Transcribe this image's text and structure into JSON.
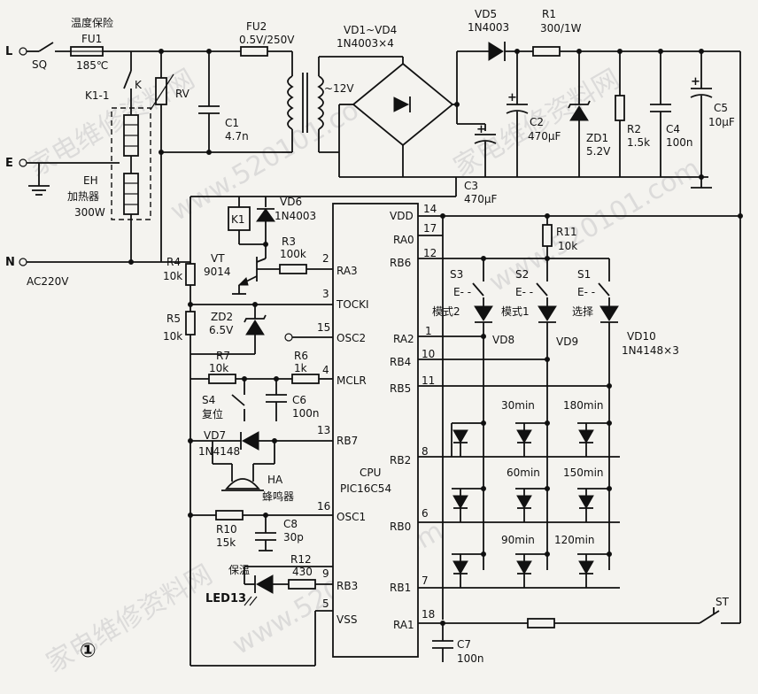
{
  "labels": {
    "thermal_fuse": "温度保险",
    "fu1": "FU1",
    "fu1_val": "185℃",
    "sq": "SQ",
    "L": "L",
    "E": "E",
    "N": "N",
    "ac": "AC220V",
    "k1_1": "K1-1",
    "k": "K",
    "eh": "EH",
    "heater": "加热器",
    "heater_power": "300W",
    "rv": "RV",
    "fu2": "FU2",
    "fu2_val": "0.5V/250V",
    "c1": "C1",
    "c1_val": "4.7n",
    "v12": "~12V",
    "vd1_4": "VD1~VD4",
    "vd1_4_val": "1N4003×4",
    "vd5": "VD5",
    "vd5_val": "1N4003",
    "r1": "R1",
    "r1_val": "300/1W",
    "c2": "C2",
    "c2_val": "470μF",
    "zd1": "ZD1",
    "zd1_val": "5.2V",
    "r2": "R2",
    "r2_val": "1.5k",
    "c4": "C4",
    "c4_val": "100n",
    "c5": "C5",
    "c5_val": "10μF",
    "c3": "C3",
    "c3_val": "470μF",
    "k1": "K1",
    "vd6": "VD6",
    "vd6_val": "1N4003",
    "vt": "VT",
    "vt_val": "9014",
    "r3": "R3",
    "r3_val": "100k",
    "r4": "R4",
    "r4_val": "10k",
    "r5": "R5",
    "r5_val": "10k",
    "zd2": "ZD2",
    "zd2_val": "6.5V",
    "r7": "R7",
    "r7_val": "10k",
    "r6": "R6",
    "r6_val": "1k",
    "s4": "S4",
    "reset": "复位",
    "c6": "C6",
    "c6_val": "100n",
    "vd7": "VD7",
    "vd7_val": "1N4148",
    "ha": "HA",
    "buzzer": "蜂鸣器",
    "r10": "R10",
    "r10_val": "15k",
    "c8": "C8",
    "c8_val": "30p",
    "keepwarm": "保温",
    "led13": "LED13",
    "r12": "R12",
    "r12_val": "430",
    "c7": "C7",
    "c7_val": "100n",
    "r11": "R11",
    "r11_val": "10k",
    "s3": "S3",
    "s2": "S2",
    "s1": "S1",
    "mode2": "模式2",
    "mode1": "模式1",
    "select": "选择",
    "vd8": "VD8",
    "vd9": "VD9",
    "vd10": "VD10",
    "vd10_val": "1N4148×3",
    "st": "ST",
    "cpu": "CPU",
    "cpu_model": "PIC16C54",
    "fig_num": "①",
    "watermark1": "家电维修资料网",
    "watermark2": "www.520101.com",
    "watermark3": "家电维修资料网",
    "watermark4": "www.520101.com",
    "watermark5": "家电维修资料网",
    "watermark6": "www.520101.com"
  },
  "pins_left": [
    {
      "name": "RA3",
      "num": "2"
    },
    {
      "name": "TOCKI",
      "num": "3"
    },
    {
      "name": "OSC2",
      "num": "15"
    },
    {
      "name": "MCLR",
      "num": "4"
    },
    {
      "name": "RB7",
      "num": "13"
    },
    {
      "name": "OSC1",
      "num": "16"
    },
    {
      "name": "RB3",
      "num": "9"
    },
    {
      "name": "VSS",
      "num": "5"
    }
  ],
  "pins_right": [
    {
      "name": "VDD",
      "num": "14"
    },
    {
      "name": "RA0",
      "num": "17"
    },
    {
      "name": "RB6",
      "num": "12"
    },
    {
      "name": "RA2",
      "num": "1"
    },
    {
      "name": "RB4",
      "num": "10"
    },
    {
      "name": "RB5",
      "num": "11"
    },
    {
      "name": "RB2",
      "num": "8"
    },
    {
      "name": "RB0",
      "num": "6"
    },
    {
      "name": "RB1",
      "num": "7"
    },
    {
      "name": "RA1",
      "num": "18"
    }
  ],
  "led_labels": [
    "30min",
    "180min",
    "60min",
    "150min",
    "90min",
    "120min"
  ]
}
